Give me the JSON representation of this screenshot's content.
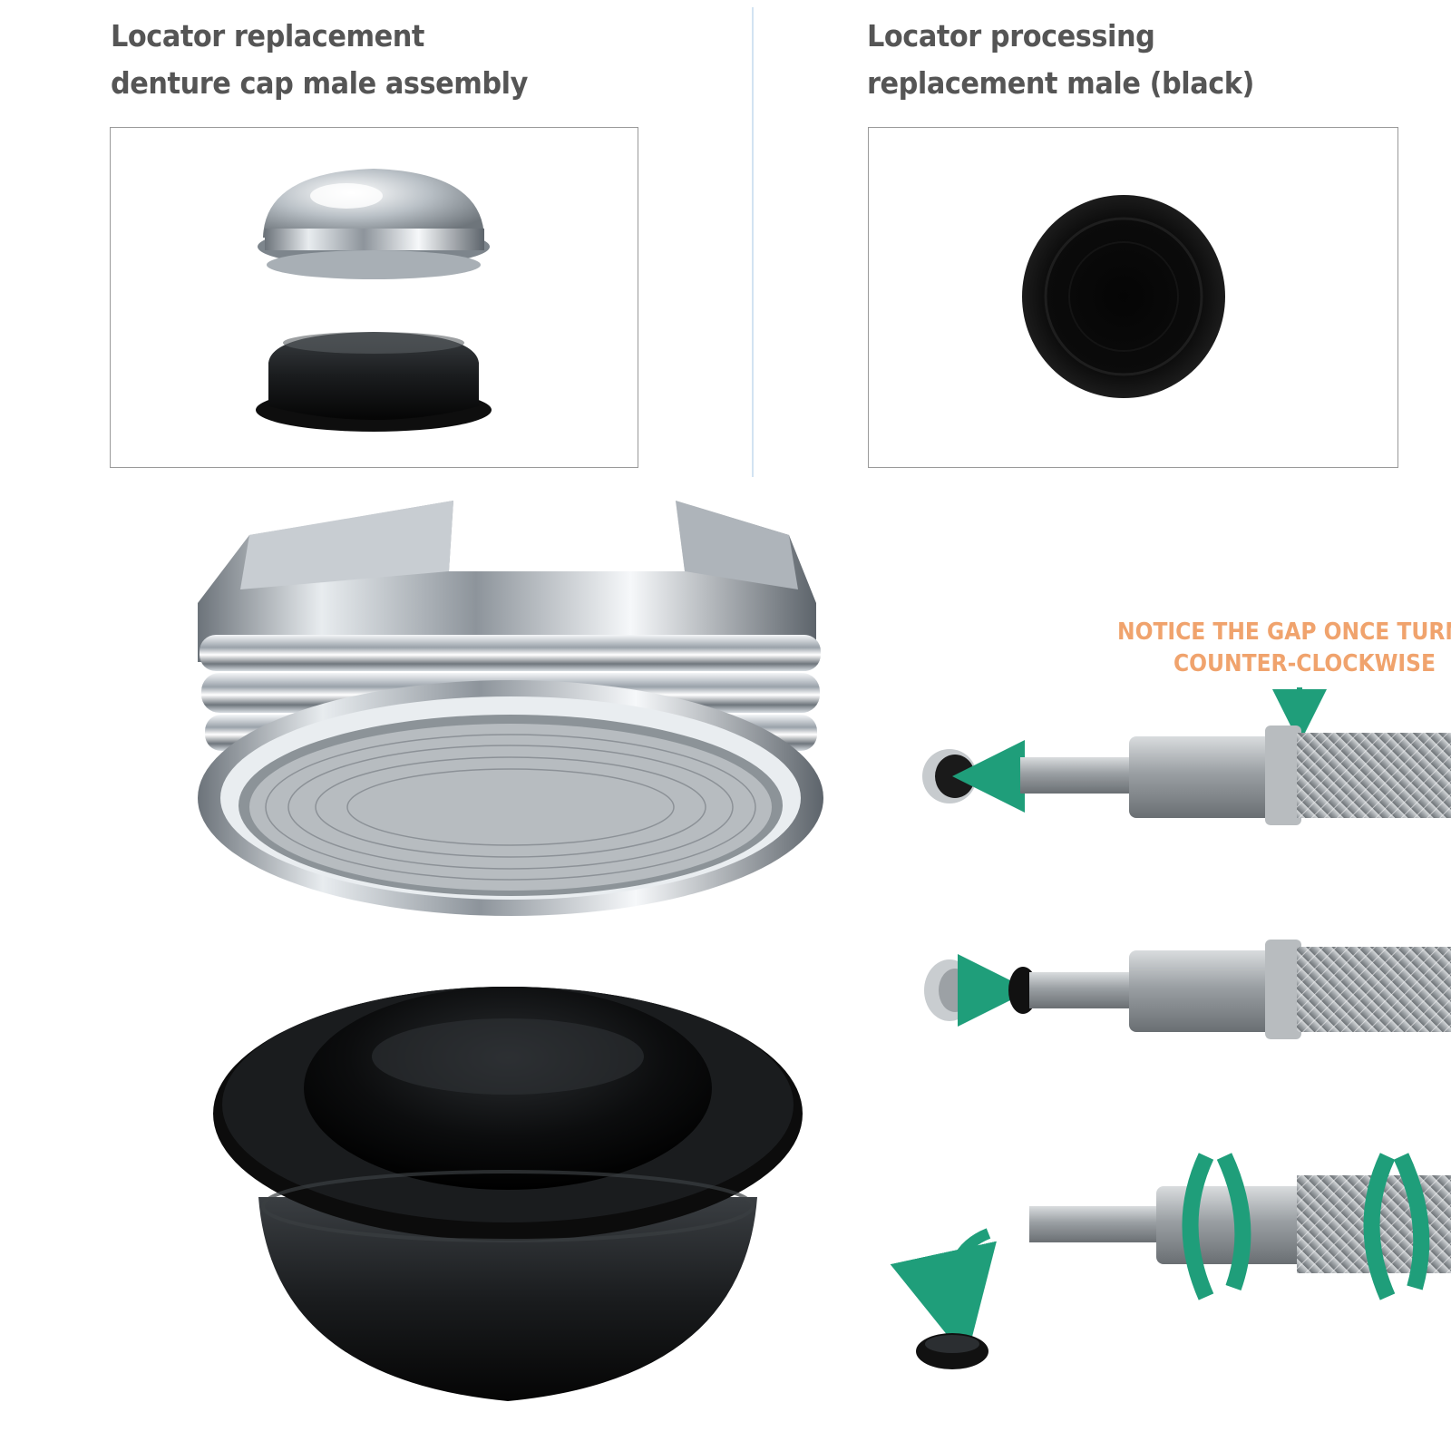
{
  "left_panel": {
    "title_line1": "Locator replacement",
    "title_line2": "denture cap male assembly",
    "image": "silver-cap-and-black-insert"
  },
  "right_panel": {
    "title_line1": "Locator processing",
    "title_line2": "replacement male (black)",
    "image": "black-processing-male"
  },
  "large_images": [
    "chrome-threaded-cap",
    "black-rubber-insert"
  ],
  "instruction": {
    "line1": "NOTICE THE GAP ONCE TURNE",
    "line2": "COUNTER-CLOCKWISE"
  },
  "colors": {
    "heading": "#555555",
    "notice": "#f0a36d",
    "arrow": "#1f9e7a",
    "divider": "#d2e3f2"
  }
}
